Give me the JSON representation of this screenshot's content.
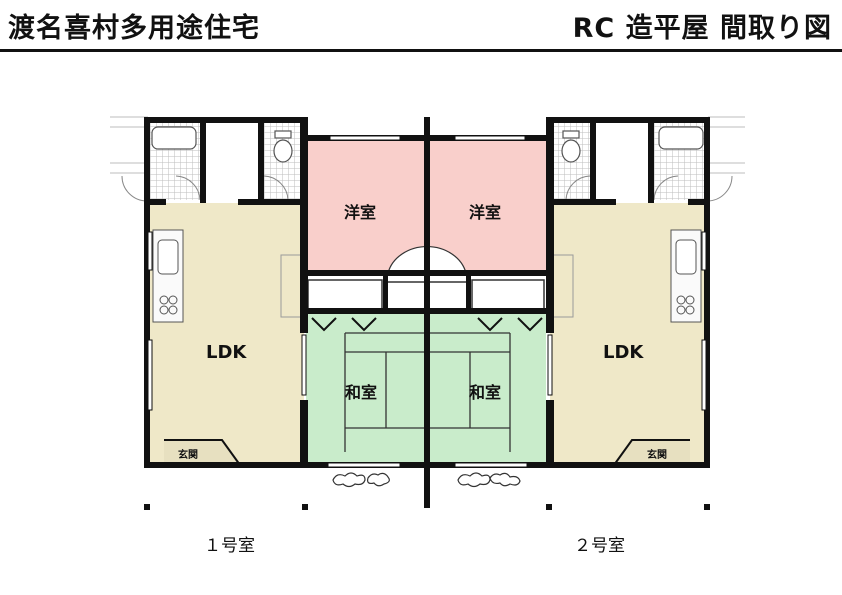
{
  "header": {
    "title": "渡名喜村多用途住宅",
    "subtitle": "RC 造平屋 間取り図"
  },
  "unit1": {
    "name": "１号室",
    "ldk": "LDK",
    "entrance": "玄関",
    "western_room": "洋室",
    "japanese_room": "和室"
  },
  "unit2": {
    "name": "２号室",
    "ldk": "LDK",
    "entrance": "玄関",
    "western_room": "洋室",
    "japanese_room": "和室"
  },
  "colors": {
    "ldk": "#efe8c8",
    "western_room": "#f9cfcb",
    "japanese_room": "#c9eccb",
    "wall": "#111111",
    "tile": "#c9c9c9"
  }
}
